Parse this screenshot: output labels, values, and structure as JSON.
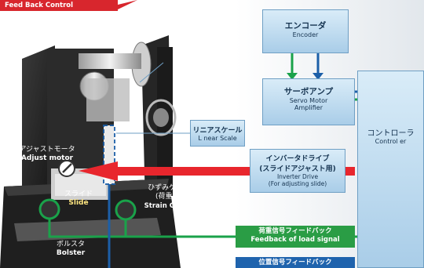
{
  "colors": {
    "feedback_banner": "#d8262d",
    "arrow_red": "#e8262d",
    "arrow_green": "#1aa24a",
    "arrow_blue": "#1c5fa8",
    "box_fill": "#b8d8ef",
    "green_banner": "#2a9d45",
    "blue_banner": "#1f63ad"
  },
  "header": {
    "title": "Feed Back Control"
  },
  "boxes": {
    "encoder": {
      "jp": "エンコーダ",
      "en": "Encoder"
    },
    "servo": {
      "jp": "サーボアンプ",
      "en1": "Servo Motor",
      "en2": "Amplifier"
    },
    "controller": {
      "jp": "コントローラ",
      "en": "Control er"
    },
    "linear_scale": {
      "jp": "リニアスケール",
      "en": "L near Scale"
    },
    "inverter": {
      "jp1": "インバータドライブ",
      "jp2": "(スライドアジャスト用)",
      "en1": "Inverter Drive",
      "en2": "(For adjusting slide)"
    }
  },
  "labels": {
    "adjust_motor_jp": "アジャストモータ",
    "adjust_motor_en": "Adjust motor",
    "slide_jp": "スライド",
    "slide_en": "Slide",
    "strain_jp1": "ひずみゲージ",
    "strain_jp2": "(荷重計)",
    "strain_en": "Strain Gauge",
    "bolster_jp": "ボルスタ",
    "bolster_en": "Bolster"
  },
  "banners": {
    "load_jp": "荷重信号フィードバック",
    "load_en": "Feedback of load signal",
    "position_jp": "位置信号フィードバック"
  }
}
